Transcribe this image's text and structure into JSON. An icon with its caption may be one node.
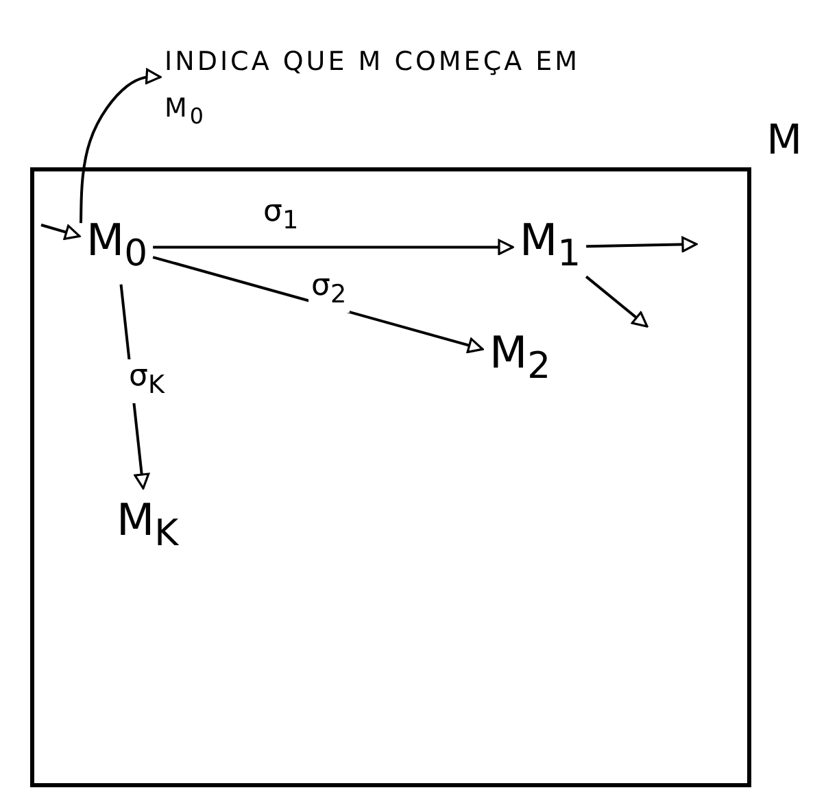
{
  "diagram": {
    "nodes": [
      {
        "text": [
          "INDICA QUE M COMEÇA EM M$_{0}$"
        ]
      },
      {
        "text": [
          "M"
        ]
      },
      {
        "text": [
          "M$_{0}$"
        ],
        "in": 1
      },
      {
        "text": [
          "M$_{1}$"
        ],
        "in": 1
      },
      {
        "text": [
          "M$_{2}$"
        ],
        "in": 1
      },
      {
        "text": [
          "M$_{K}$"
        ],
        "in": 1
      }
    ],
    "edges": [
      {
        "from": null,
        "to": 2,
        "arrow": "to"
      },
      {
        "from": 2,
        "to": 0,
        "arrow": "to"
      },
      {
        "from": 2,
        "to": 3,
        "label": "σ$_{1}$",
        "arrow": "to"
      },
      {
        "from": 2,
        "to": 4,
        "label": "σ$_{2}$",
        "arrow": "to"
      },
      {
        "from": 2,
        "to": 5,
        "label": "σ$_{K}$",
        "arrow": "to"
      },
      {
        "from": 3,
        "to": null,
        "arrow": "to"
      },
      {
        "from": 3,
        "to": null,
        "arrow": "to"
      }
    ]
  }
}
